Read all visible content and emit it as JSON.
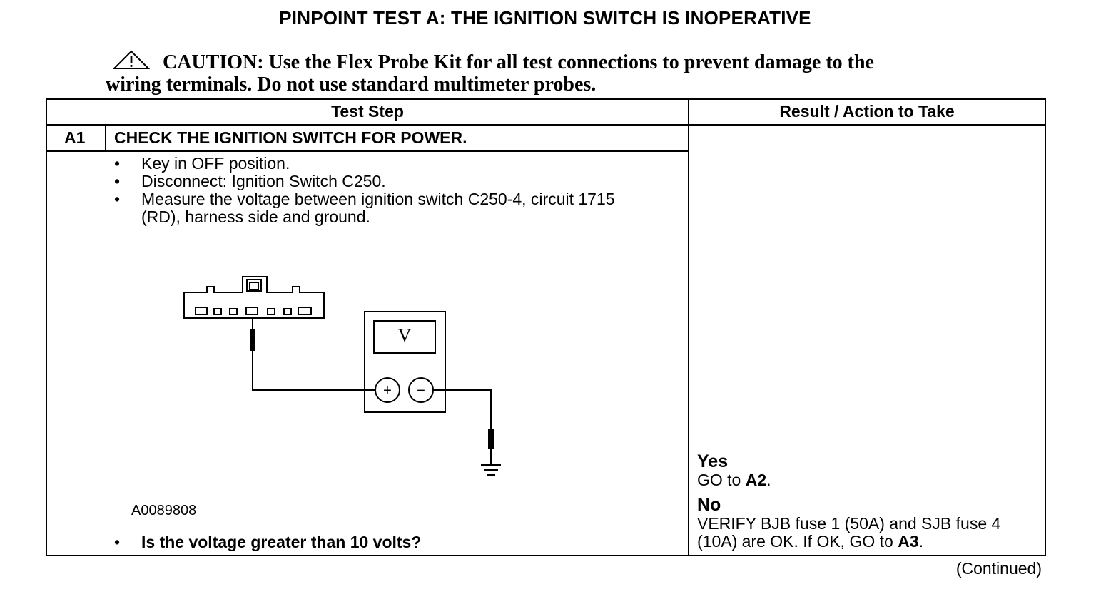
{
  "title": "PINPOINT TEST  A: THE IGNITION SWITCH IS INOPERATIVE",
  "caution": {
    "icon": "warning-triangle-icon",
    "line1": "CAUTION: Use the Flex Probe Kit for all test connections to prevent damage to the",
    "line2": "wiring terminals. Do not use standard multimeter probes."
  },
  "table": {
    "headers": {
      "test_step": "Test Step",
      "result": "Result / Action to Take"
    },
    "step": {
      "id": "A1",
      "title": "CHECK THE IGNITION SWITCH FOR POWER.",
      "bullets": [
        "Key in OFF position.",
        "Disconnect: Ignition Switch C250.",
        "Measure the voltage between ignition switch C250-4, circuit 1715 (RD), harness side and ground."
      ],
      "figure": {
        "id": "A0089808",
        "meter_symbol": "V",
        "plus": "+",
        "minus": "−"
      },
      "question": "Is the voltage greater than 10 volts?"
    },
    "results": {
      "yes_label": "Yes",
      "yes_pre": "GO to ",
      "yes_target": "A2",
      "yes_post": ".",
      "no_label": "No",
      "no_pre": "VERIFY BJB fuse 1 (50A) and SJB fuse 4 (10A) are OK. If OK, GO to ",
      "no_target": "A3",
      "no_post": "."
    }
  },
  "continued": "(Continued)"
}
